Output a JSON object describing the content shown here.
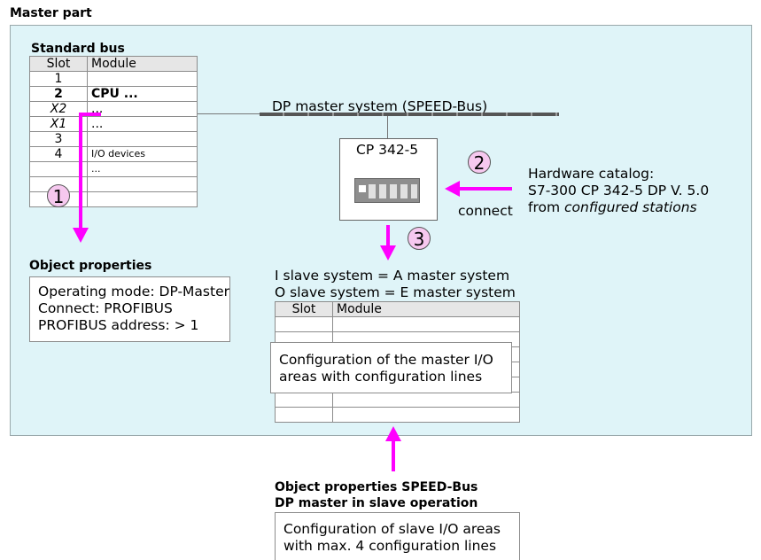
{
  "master_part_title": "Master part",
  "standard_bus": {
    "title": "Standard bus",
    "headers": [
      "Slot",
      "Module"
    ],
    "rows": [
      {
        "slot": "1",
        "module": ""
      },
      {
        "slot": "2",
        "module": "CPU ..."
      },
      {
        "slot": "X2",
        "module": "..."
      },
      {
        "slot": "X1",
        "module": "..."
      },
      {
        "slot": "3",
        "module": ""
      },
      {
        "slot": "4",
        "module": "I/O devices"
      },
      {
        "slot": "",
        "module": "..."
      },
      {
        "slot": "",
        "module": ""
      },
      {
        "slot": "",
        "module": ""
      }
    ]
  },
  "dp_master_system_label": "DP master system (SPEED-Bus)",
  "cp_module": {
    "label": "CP 342-5"
  },
  "hardware_catalog": {
    "line1": "Hardware catalog:",
    "line2": "S7-300 CP 342-5 DP V. 5.0",
    "line3_prefix": "from ",
    "line3_italic": "configured stations"
  },
  "connect_label": "connect",
  "badges": {
    "one": "1",
    "two": "2",
    "three": "3"
  },
  "object_properties": {
    "title": "Object properties",
    "lines": [
      "Operating mode: DP-Master",
      "Connect: PROFIBUS",
      "PROFIBUS address: > 1"
    ]
  },
  "slave_system": {
    "line1": "I slave system = A master system",
    "line2": "O slave system = E master system",
    "headers": [
      "Slot",
      "Module"
    ]
  },
  "config_master_box": [
    "Configuration of the master I/O",
    "areas with configuration lines"
  ],
  "speed_bus_properties": {
    "title1": "Object properties SPEED-Bus",
    "title2": "DP master in slave operation",
    "lines": [
      "Configuration of slave I/O areas",
      "with max. 4 configuration lines"
    ]
  },
  "colors": {
    "arrow": "#ff00ff",
    "panel": "#dff4f8",
    "badge": "#f6c8ef"
  }
}
